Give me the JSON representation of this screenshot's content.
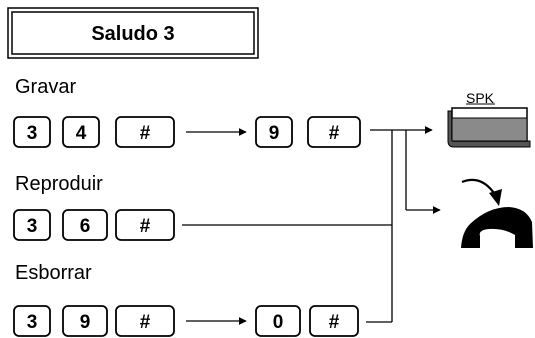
{
  "title": "Saludo 3",
  "sections": [
    {
      "label": "Gravar",
      "keys_before": [
        "3",
        "4",
        "#"
      ],
      "keys_after": [
        "9",
        "#"
      ]
    },
    {
      "label": "Reproduir",
      "keys_before": [
        "3",
        "6",
        "#"
      ],
      "keys_after": []
    },
    {
      "label": "Esborrar",
      "keys_before": [
        "3",
        "9",
        "#"
      ],
      "keys_after": [
        "0",
        "#"
      ]
    }
  ],
  "speaker_button": {
    "label": "SPK"
  },
  "icons": {
    "handset": "handset-hangup-icon",
    "curved_arrow": "curved-arrow-down-icon"
  }
}
